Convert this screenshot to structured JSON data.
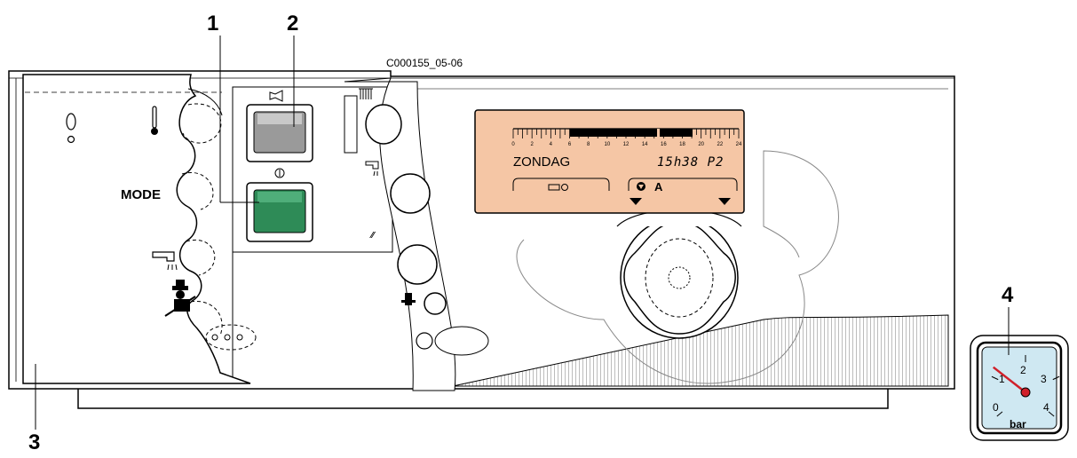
{
  "reference_code": "C000155_05-06",
  "callouts": [
    "1",
    "2",
    "3",
    "4"
  ],
  "side_panel": {
    "mode_label": "MODE"
  },
  "lcd": {
    "day": "ZONDAG",
    "time_program": "15h38 P2",
    "mode_letter": "A",
    "hour_ticks": [
      "0",
      "2",
      "4",
      "6",
      "8",
      "10",
      "12",
      "14",
      "16",
      "18",
      "20",
      "22",
      "24"
    ],
    "background_color": "#f5c6a5"
  },
  "switches": {
    "upper_color": "#9a9a9a",
    "lower_color": "#2e8b57"
  },
  "gauge": {
    "scale": [
      "0",
      "1",
      "2",
      "3",
      "4"
    ],
    "unit": "bar",
    "pressure_bar": 1.2,
    "face_color": "#cfe8f2",
    "needle_color": "#d0202a"
  }
}
